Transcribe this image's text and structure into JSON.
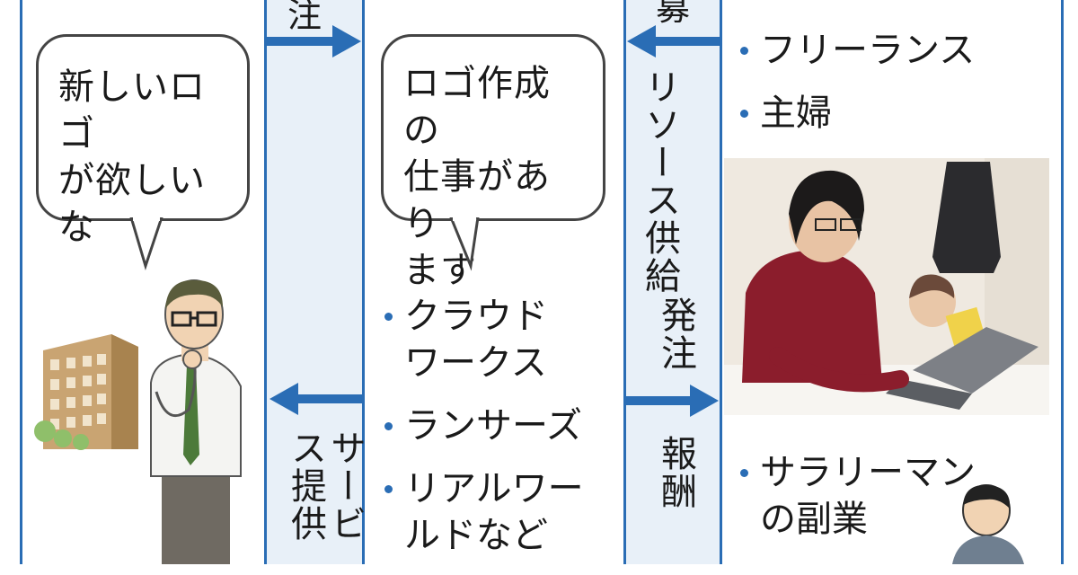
{
  "colors": {
    "accent": "#2a6db5",
    "strip": "#e8f0f8",
    "bubble_border": "#444444"
  },
  "top_fragments": {
    "left": "注",
    "right": "募"
  },
  "client": {
    "speech": [
      "新しいロゴ",
      "が欲しいな"
    ],
    "icons": [
      "building-icon",
      "businessman-icon"
    ]
  },
  "left_strip": {
    "bottom_label": "サービス提供"
  },
  "platform": {
    "speech": [
      "ロゴ作成の",
      "仕事があり",
      "ます"
    ],
    "services": [
      "クラウド\nワークス",
      "ランサーズ",
      "リアルワー\nルドなど"
    ]
  },
  "right_strip": {
    "top_label": "リソース供給",
    "order_label": "発注",
    "reward_label": "報酬"
  },
  "workers": {
    "items_top": [
      "フリーランス",
      "主婦"
    ],
    "items_bottom": [
      "サラリーマン\nの副業"
    ],
    "photo": "woman-with-child-at-laptop-photo"
  }
}
